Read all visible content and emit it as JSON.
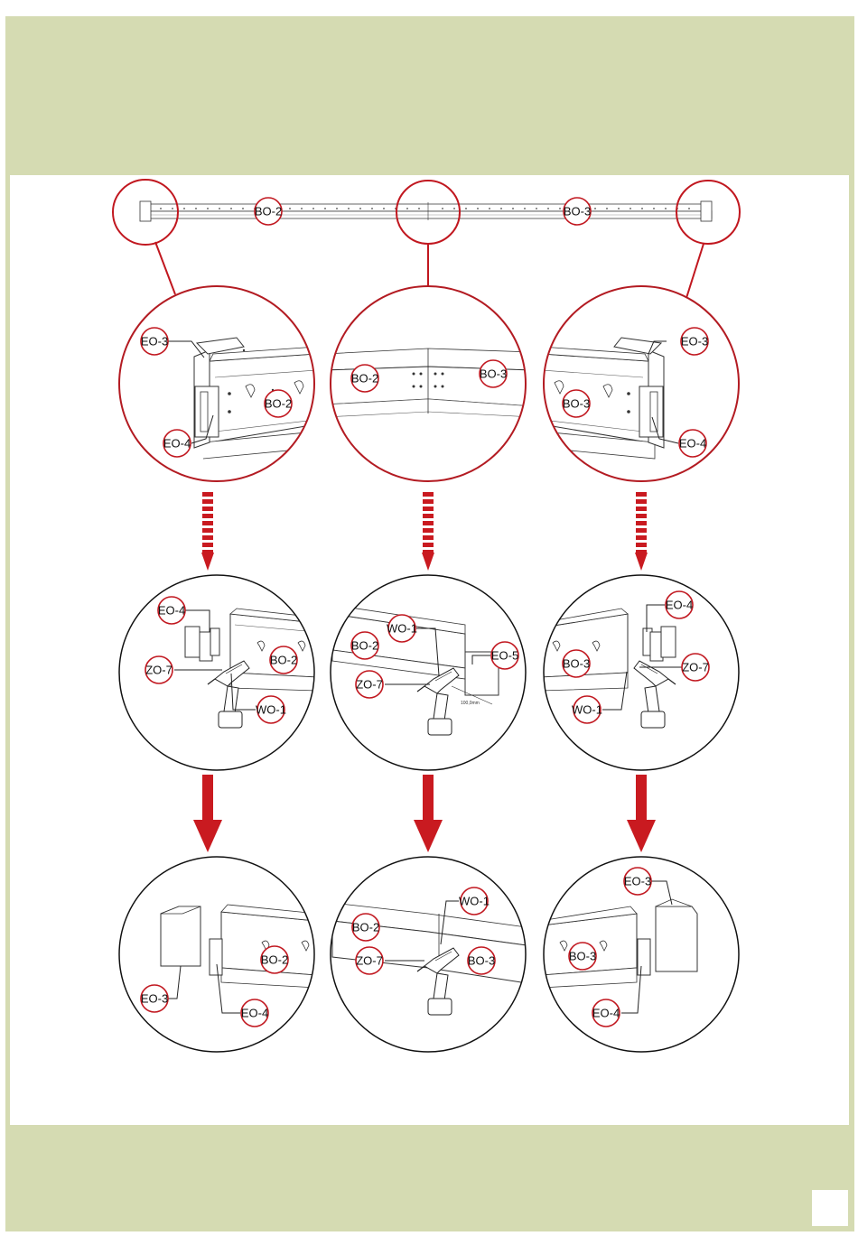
{
  "colors": {
    "band": "#d5dbb2",
    "accent": "#c1171f",
    "line": "#222222",
    "arrow": "#c91a20"
  },
  "labels": {
    "EO3": "EO-3",
    "EO4": "EO-4",
    "EO5": "EO-5",
    "BO2": "BO-2",
    "BO3": "BO-3",
    "WO1": "WO-1",
    "ZO7": "ZO-7"
  },
  "dimension": "100,0mm",
  "page_number": ""
}
